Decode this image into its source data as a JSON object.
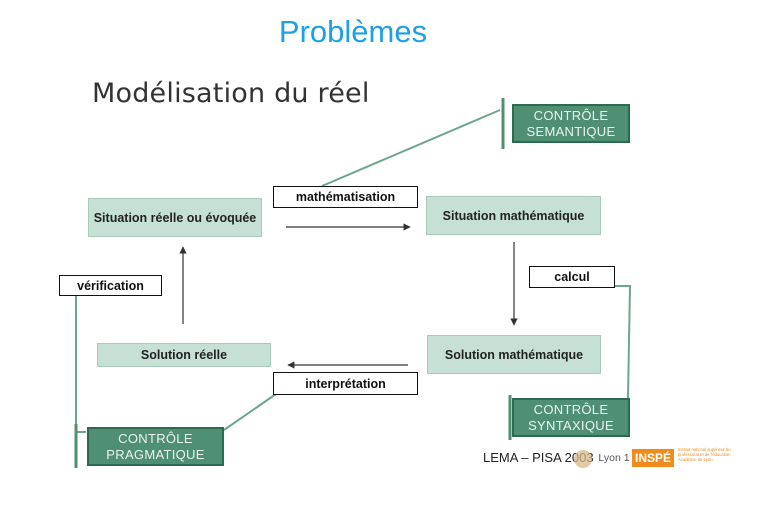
{
  "title": "Problèmes",
  "subtitle": "Modélisation du réel",
  "boxes": {
    "real_situation": "Situation réelle ou évoquée",
    "math_situation": "Situation mathématique",
    "math_solution": "Solution mathématique",
    "real_solution": "Solution réelle"
  },
  "labels": {
    "mathematisation": "mathématisation",
    "calcul": "calcul",
    "interpretation": "interprétation",
    "verification": "vérification"
  },
  "controls": {
    "semantic_line1": "CONTRÔLE",
    "semantic_line2": "SEMANTIQUE",
    "syntax_line1": "CONTRÔLE",
    "syntax_line2": "SYNTAXIQUE",
    "pragmatic_line1": "CONTRÔLE",
    "pragmatic_line2": "PRAGMATIQUE"
  },
  "footer": {
    "source": "LEMA – PISA 2003",
    "logo_lyon": "Lyon 1",
    "logo_inspe": "INSPÉ",
    "logo_inspe_text": "Institut national supérieur du professorat et de l'éducation Académie de Lyon"
  },
  "colors": {
    "title": "#1ea0e6",
    "box_fill": "#c6e0d6",
    "control_fill": "#4f8f73",
    "connector": "#6fa58c",
    "logo_orange": "#f08c1c"
  }
}
